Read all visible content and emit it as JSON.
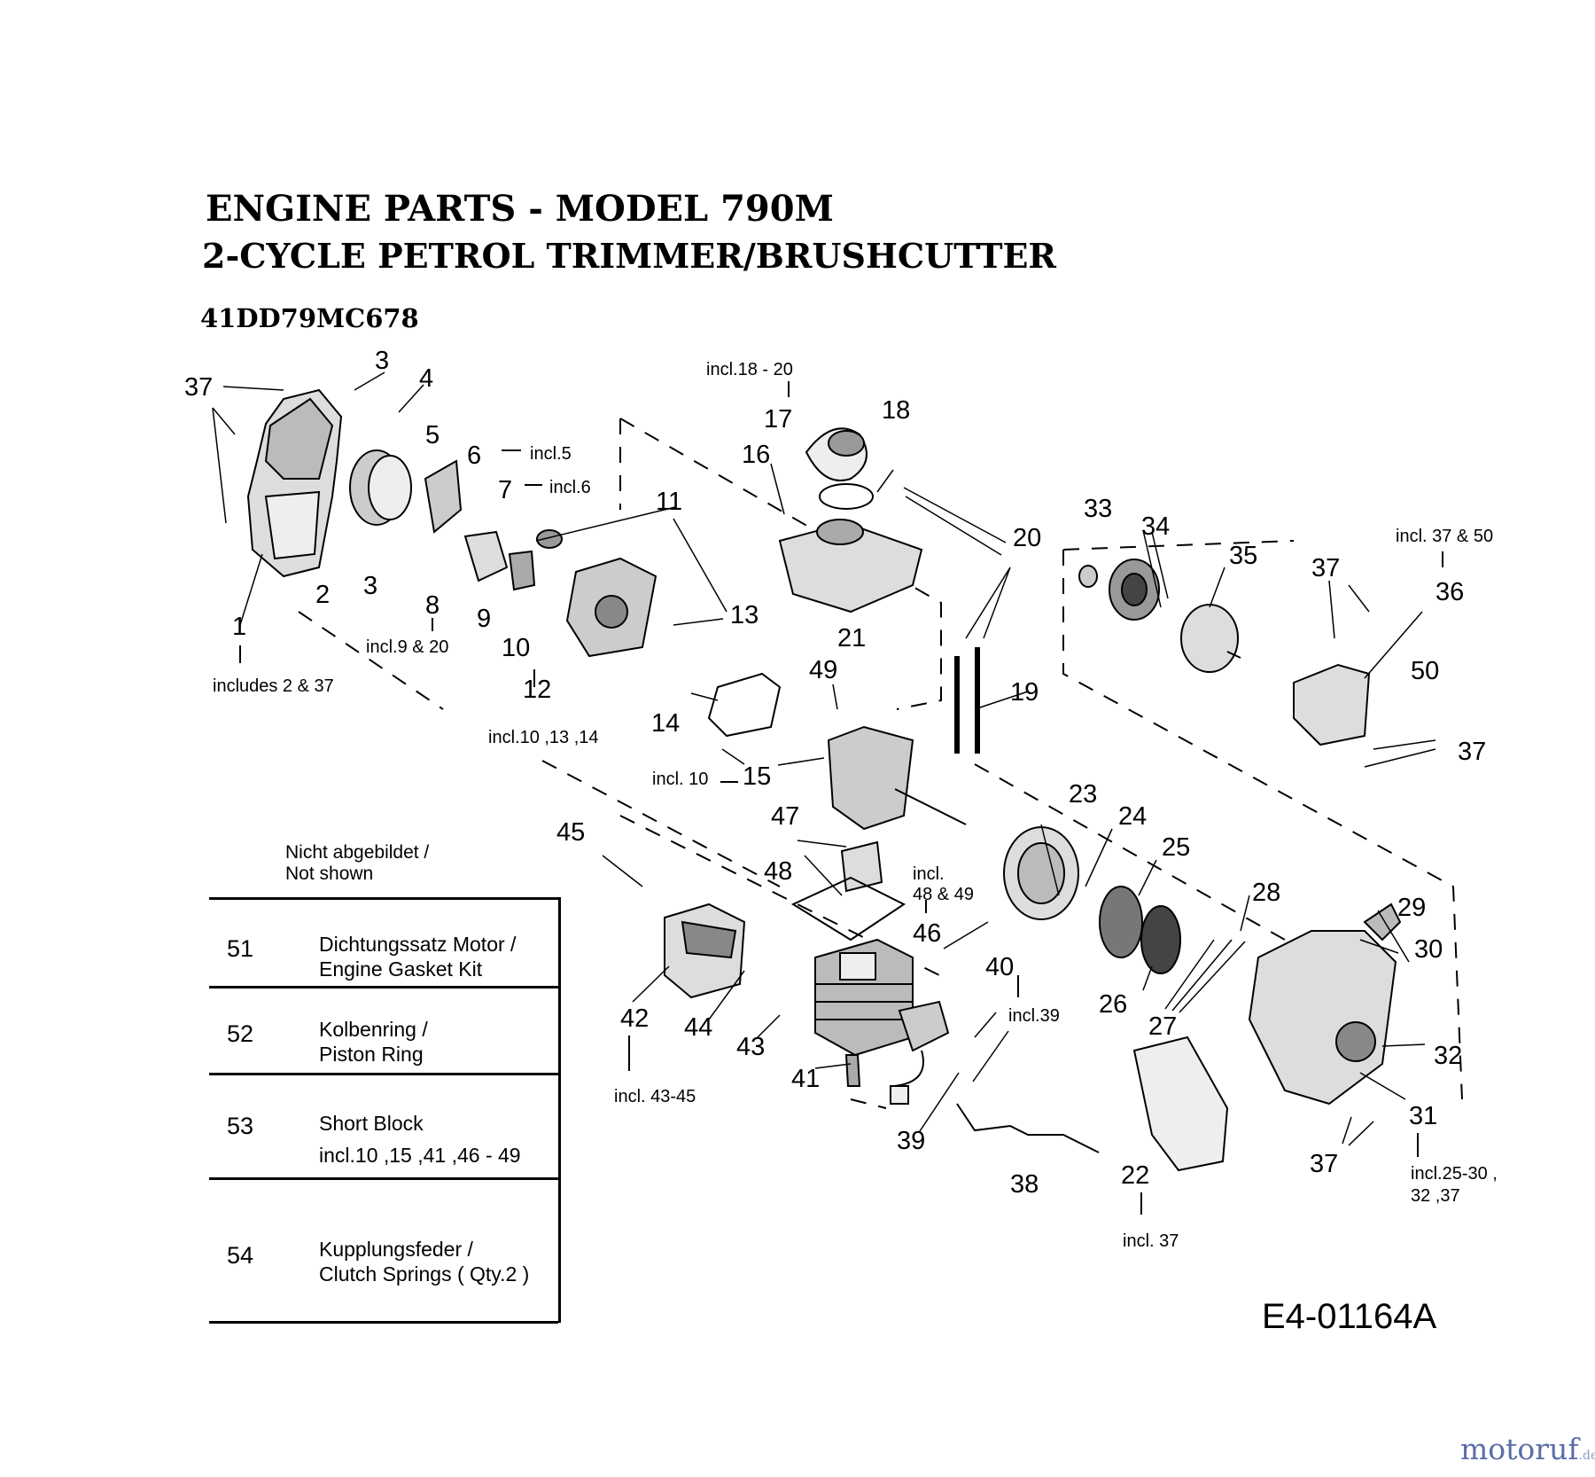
{
  "header": {
    "title": "ENGINE PARTS - MODEL 790M",
    "subtitle": "2-CYCLE PETROL TRIMMER/BRUSHCUTTER",
    "part_number": "41DD79MC678"
  },
  "callouts": {
    "n1": "1",
    "n2": "2",
    "n3": "3",
    "n4": "4",
    "n5": "5",
    "n6": "6",
    "n7": "7",
    "n8": "8",
    "n9": "9",
    "n10": "10",
    "n11": "11",
    "n12": "12",
    "n13": "13",
    "n14": "14",
    "n15": "15",
    "n16": "16",
    "n17": "17",
    "n18": "18",
    "n19": "19",
    "n20": "20",
    "n21": "21",
    "n22": "22",
    "n23": "23",
    "n24": "24",
    "n25": "25",
    "n26": "26",
    "n27": "27",
    "n28": "28",
    "n29": "29",
    "n30": "30",
    "n31": "31",
    "n32": "32",
    "n33": "33",
    "n34": "34",
    "n35": "35",
    "n36": "36",
    "n37": "37",
    "n38": "38",
    "n39": "39",
    "n40": "40",
    "n41": "41",
    "n42": "42",
    "n43": "43",
    "n44": "44",
    "n45": "45",
    "n46": "46",
    "n47": "47",
    "n48": "48",
    "n49": "49",
    "n50": "50"
  },
  "notes": {
    "incl_18_20": "incl.18 - 20",
    "incl_5": "incl.5",
    "incl_6": "incl.6",
    "incl_9_20": "incl.9 & 20",
    "includes_2_37": "includes 2 & 37",
    "incl_10_13_14": "incl.10 ,13 ,14",
    "incl_10": "incl. 10",
    "incl_37_50": "incl. 37 & 50",
    "incl_48_49_a": "incl.",
    "incl_48_49_b": "48 & 49",
    "incl_39": "incl.39",
    "incl_43_45": "incl. 43-45",
    "incl_37": "incl. 37",
    "incl_25_30_a": "incl.25-30 ,",
    "incl_25_30_b": "32 ,37"
  },
  "not_shown": {
    "heading_line1": "Nicht abgebildet /",
    "heading_line2": "Not shown",
    "rows": [
      {
        "num": "51",
        "line1": "Dichtungssatz Motor /",
        "line2": "Engine Gasket Kit"
      },
      {
        "num": "52",
        "line1": "Kolbenring /",
        "line2": "Piston Ring"
      },
      {
        "num": "53",
        "line1": "Short Block",
        "line2": "incl.10 ,15 ,41 ,46 - 49"
      },
      {
        "num": "54",
        "line1": "Kupplungsfeder /",
        "line2": "Clutch Springs ( Qty.2 )"
      }
    ]
  },
  "drawing_code": "E4-01164A",
  "watermark": {
    "text": "motoruf",
    "suffix": ".de",
    "color": "#5a6ea8"
  }
}
